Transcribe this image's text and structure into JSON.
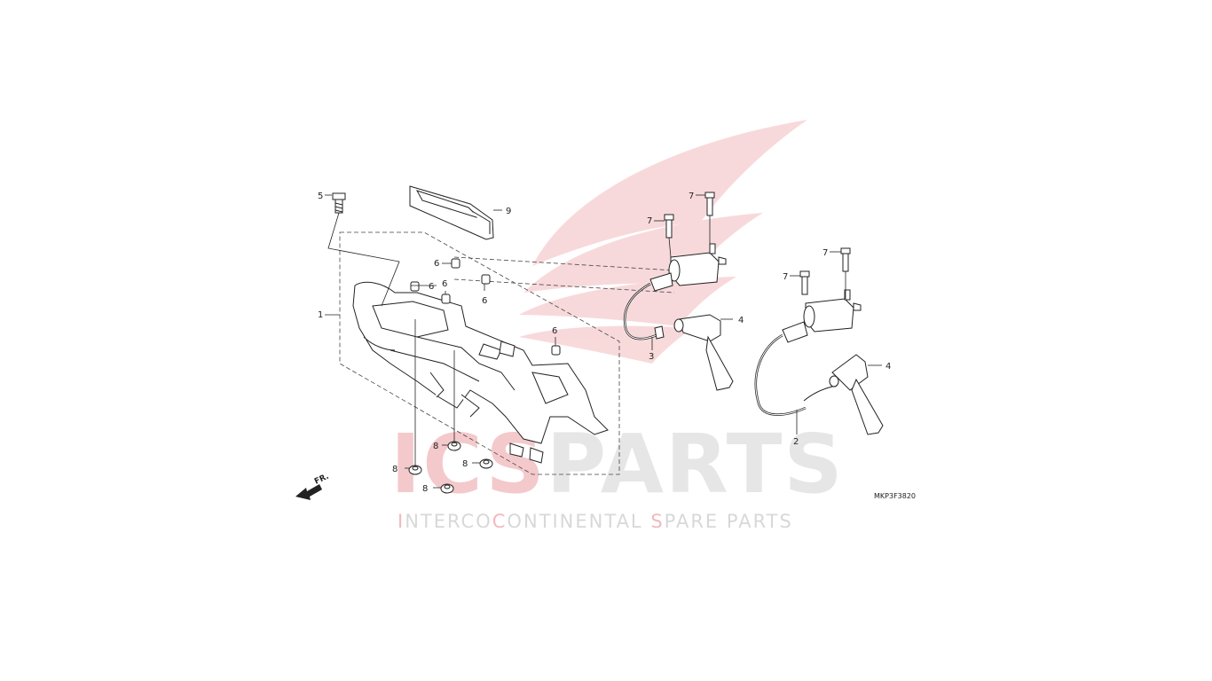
{
  "watermark": {
    "brand_prefix": "ICS",
    "brand_suffix": "PARTS",
    "tagline_parts": [
      "I",
      "NTERCO",
      "C",
      "ONTINENTAL ",
      "S",
      "PARE PARTS"
    ],
    "brand_color": "#e53238"
  },
  "diagram_code": "MKP3F3820",
  "direction_label": "FR.",
  "callouts": {
    "c1": "1",
    "c2": "2",
    "c3": "3",
    "c4a": "4",
    "c4b": "4",
    "c5": "5",
    "c6a": "6",
    "c6b": "6",
    "c6c": "6",
    "c6d": "6",
    "c6e": "6",
    "c7a": "7",
    "c7b": "7",
    "c7c": "7",
    "c7d": "7",
    "c8a": "8",
    "c8b": "8",
    "c8c": "8",
    "c8d": "8",
    "c9": "9"
  }
}
